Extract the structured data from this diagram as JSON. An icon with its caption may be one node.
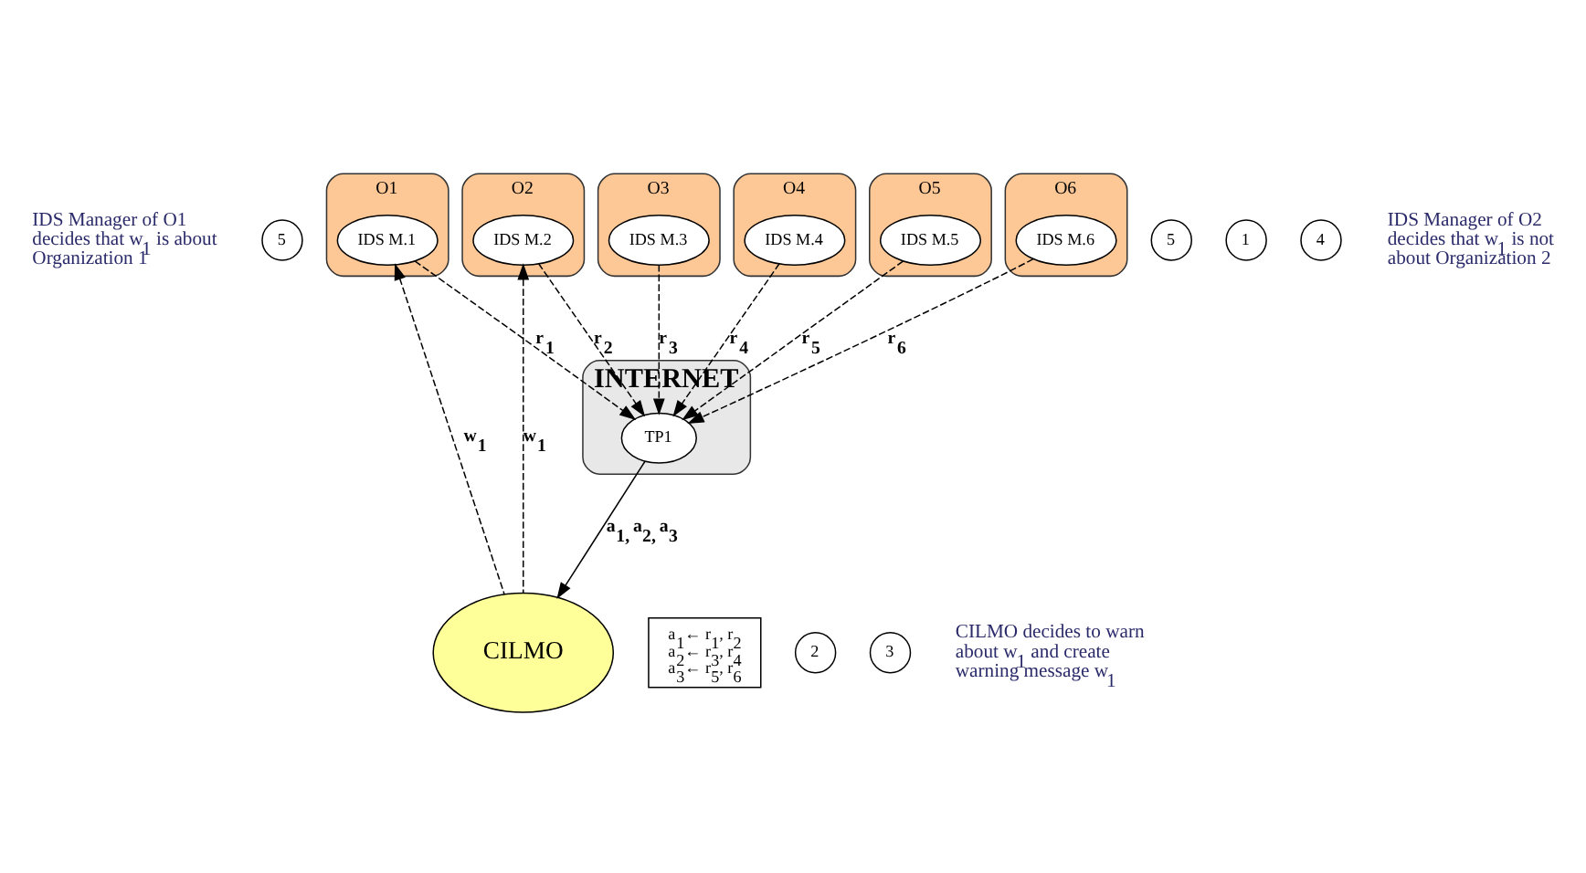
{
  "diagram": {
    "nodes": [
      {
        "text": [
          "INTERNET"
        ]
      },
      {
        "text": [
          "TP1"
        ],
        "in": 0
      },
      {
        "text": [
          "O1"
        ]
      },
      {
        "text": [
          "IDS M.1"
        ],
        "in": 2
      },
      {
        "text": [
          "O2"
        ]
      },
      {
        "text": [
          "IDS M.2"
        ],
        "in": 4
      },
      {
        "text": [
          "O3"
        ]
      },
      {
        "text": [
          "IDS M.3"
        ],
        "in": 6
      },
      {
        "text": [
          "O4"
        ]
      },
      {
        "text": [
          "IDS M.4"
        ],
        "in": 8
      },
      {
        "text": [
          "O5"
        ]
      },
      {
        "text": [
          "IDS M.5"
        ],
        "in": 10
      },
      {
        "text": [
          "O6"
        ]
      },
      {
        "text": [
          "IDS M.6"
        ],
        "in": 12
      },
      {
        "text": [
          "CILMO"
        ]
      },
      {
        "text": [
          "a$_{1}$← r$_{1}$, r$_{2}$",
          "a$_{2}$← r$_{3}$, r$_{4}$",
          "a$_{3}$← r$_{5}$, r$_{6}$"
        ]
      },
      {
        "text": [
          "5"
        ]
      },
      {
        "text": [
          "5"
        ]
      },
      {
        "text": [
          "1"
        ]
      },
      {
        "text": [
          "4"
        ]
      },
      {
        "text": [
          "2"
        ]
      },
      {
        "text": [
          "3"
        ]
      }
    ],
    "edges": [
      {
        "from": 3,
        "to": 1,
        "arrow": "to",
        "label": "r$_{1}$",
        "style": "dashed"
      },
      {
        "from": 5,
        "to": 1,
        "arrow": "to",
        "label": "r$_{2}$",
        "style": "dashed"
      },
      {
        "from": 7,
        "to": 1,
        "arrow": "to",
        "label": "r$_{3}$",
        "style": "dashed"
      },
      {
        "from": 9,
        "to": 1,
        "arrow": "to",
        "label": "r$_{4}$",
        "style": "dashed"
      },
      {
        "from": 11,
        "to": 1,
        "arrow": "to",
        "label": "r$_{5}$",
        "style": "dashed"
      },
      {
        "from": 13,
        "to": 1,
        "arrow": "to",
        "label": "r$_{6}$",
        "style": "dashed"
      },
      {
        "from": 1,
        "to": 14,
        "arrow": "to",
        "label": "a$_{1,}$ a$_{2,}$ a$_{3}$"
      },
      {
        "from": 14,
        "to": 3,
        "arrow": "to",
        "label": "w$_{1}$",
        "style": "dashed"
      },
      {
        "from": 14,
        "to": 5,
        "arrow": "to",
        "label": "w$_{1}$",
        "style": "dashed"
      }
    ],
    "labels": [
      "IDS Manager of O1 decides that w$_{1}$ is about Organization 1",
      "IDS Manager of O2 decides that w$_{1}$ is not about Organization 2",
      "CILMO decides to warn about w$_{1}$ and create warning message w$_{1}$"
    ]
  }
}
